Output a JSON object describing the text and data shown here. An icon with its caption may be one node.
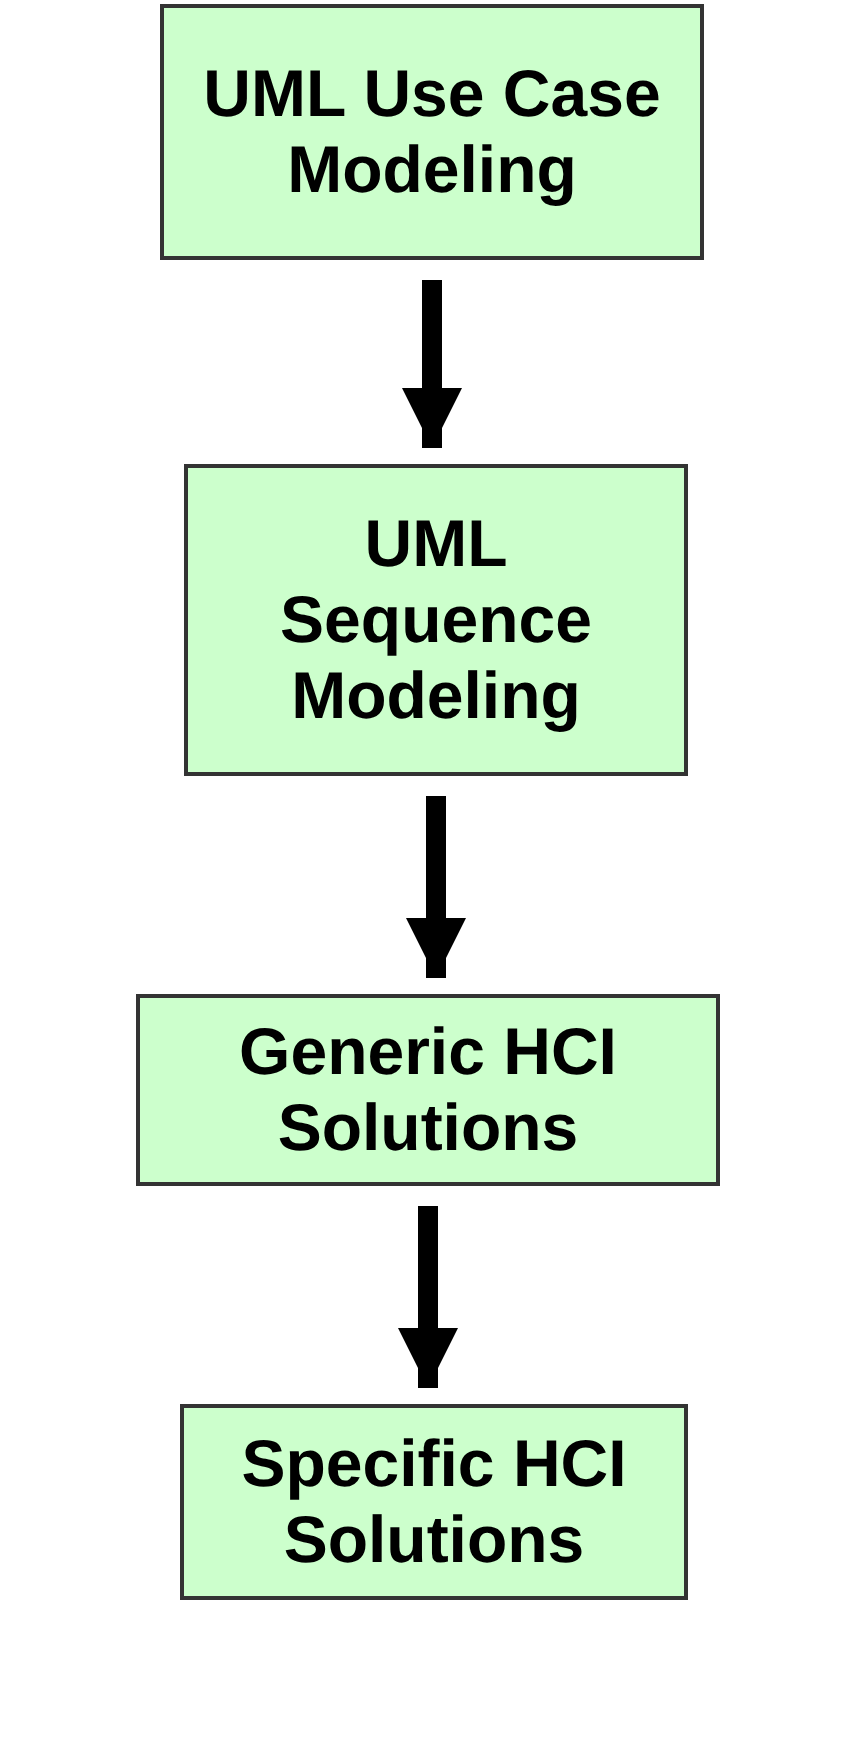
{
  "diagram": {
    "nodes": [
      {
        "text": [
          "UML Use Case Modeling"
        ]
      },
      {
        "text": [
          "UML Sequence Modeling"
        ]
      },
      {
        "text": [
          "Generic HCI Solutions"
        ]
      },
      {
        "text": [
          "Specific HCI Solutions"
        ]
      }
    ],
    "edges": [
      {
        "from": 0,
        "to": 1,
        "arrow": "to"
      },
      {
        "from": 1,
        "to": 2,
        "arrow": "to"
      },
      {
        "from": 2,
        "to": 3,
        "arrow": "to"
      }
    ]
  }
}
